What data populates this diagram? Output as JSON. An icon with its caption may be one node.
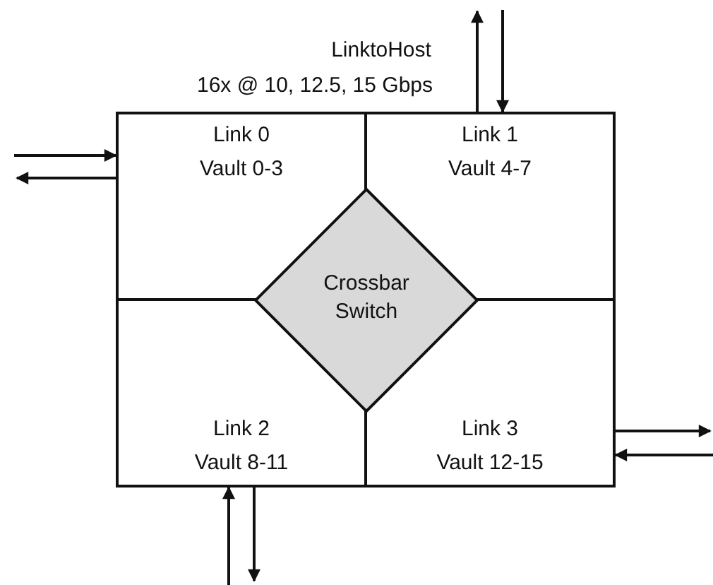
{
  "diagram": {
    "nodes": [
      {
        "text": [
          "Link 0",
          "Vault 0-3"
        ]
      },
      {
        "text": [
          "Link 1",
          "Vault 4-7"
        ]
      },
      {
        "text": [
          "Link 2",
          "Vault 8-11"
        ]
      },
      {
        "text": [
          "Link 3",
          "Vault 12-15"
        ]
      },
      {
        "text": [
          "Crossbar Switch"
        ]
      }
    ],
    "edges": [
      {
        "from": null,
        "to": 0,
        "arrow": "to"
      },
      {
        "from": 0,
        "to": null,
        "arrow": "to"
      },
      {
        "from": 1,
        "to": null,
        "arrow": "to"
      },
      {
        "from": null,
        "to": 1,
        "arrow": "to"
      },
      {
        "from": 3,
        "to": null,
        "arrow": "to"
      },
      {
        "from": null,
        "to": 3,
        "arrow": "to"
      },
      {
        "from": null,
        "to": 2,
        "arrow": "to"
      },
      {
        "from": 2,
        "to": null,
        "arrow": "to"
      }
    ],
    "labels": [
      "LinktoHost",
      "16x @ 10, 12.5, 15 Gbps"
    ]
  }
}
